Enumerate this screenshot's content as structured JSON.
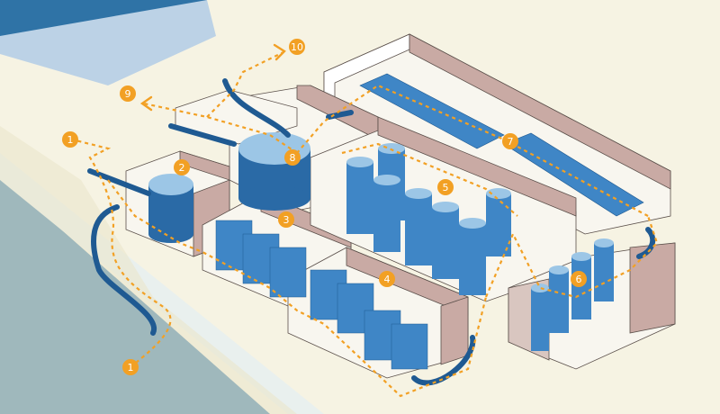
{
  "colors": {
    "sea_deep": "#2f73a6",
    "sea_light": "#bcd2e6",
    "land": "#f6f3e3",
    "land_shade": "#ebe6cc",
    "wall": "#c9aaa4",
    "wall_edge": "#5a4f4a",
    "floor": "#ffffff",
    "equipment": "#3f86c6",
    "equipment_top": "#9cc6e6",
    "equipment_side": "#2a6aa6",
    "flow_path": "#f2a024",
    "marker_fill": "#f2a024"
  },
  "flow_markers": [
    {
      "id": "intake-start",
      "label": "1"
    },
    {
      "id": "intake-top",
      "label": "1"
    },
    {
      "id": "pretreatment-tank",
      "label": "2"
    },
    {
      "id": "filter-bank-a",
      "label": "3"
    },
    {
      "id": "filter-bank-b",
      "label": "4"
    },
    {
      "id": "membrane-tanks",
      "label": "5"
    },
    {
      "id": "storage-tanks",
      "label": "6"
    },
    {
      "id": "pipe-array",
      "label": "7"
    },
    {
      "id": "clarifier",
      "label": "8"
    },
    {
      "id": "outlet-a",
      "label": "9"
    },
    {
      "id": "outlet-b",
      "label": "10"
    }
  ]
}
